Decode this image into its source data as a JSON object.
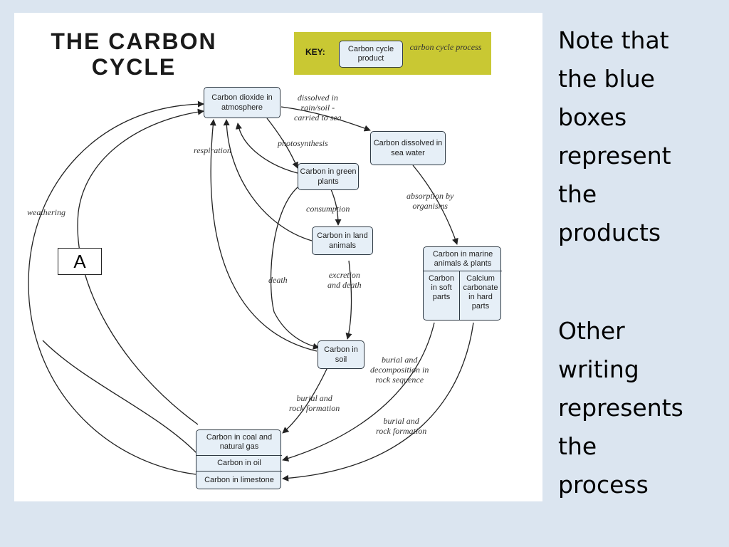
{
  "title": "THE CARBON\nCYCLE",
  "key": {
    "label": "KEY:",
    "product_sample": "Carbon cycle product",
    "process_sample": "carbon cycle process"
  },
  "nodes": {
    "atmosphere": "Carbon dioxide in atmosphere",
    "sea_water": "Carbon dissolved in sea water",
    "green_plants": "Carbon in green plants",
    "land_animals": "Carbon in land animals",
    "marine_header": "Carbon in marine animals & plants",
    "marine_soft": "Carbon in soft parts",
    "marine_hard": "Calcium carbonate in hard parts",
    "soil": "Carbon in soil",
    "coal_gas": "Carbon in coal and natural gas",
    "oil": "Carbon in oil",
    "limestone": "Carbon in limestone"
  },
  "processes": {
    "dissolved": "dissolved in\nrain/soil -\ncarried to sea",
    "photosynthesis": "photosynthesis",
    "respiration": "respiration",
    "weathering": "weathering",
    "absorption": "absorption by\norganisms",
    "consumption": "consumption",
    "death": "death",
    "excretion": "excretion\nand death",
    "burial_decomp": "burial and\ndecomposition in\nrock sequence",
    "burial_rock_soil": "burial and\nrock formation",
    "burial_rock_marine": "burial and\nrock formation"
  },
  "label_a": "A",
  "notes": {
    "first": "Note that\nthe blue\nboxes\nrepresent\nthe\nproducts",
    "second": "Other\nwriting\nrepresents\nthe\nprocess"
  }
}
